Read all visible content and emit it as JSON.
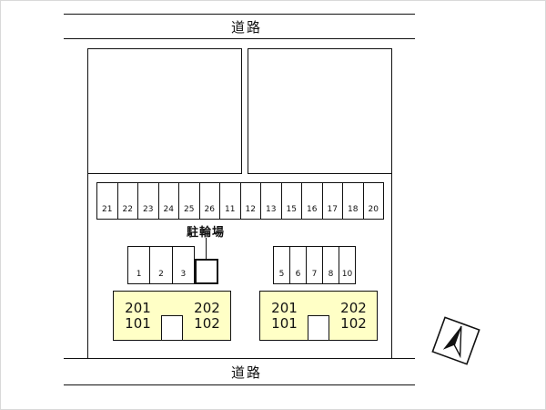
{
  "roads": {
    "top_label": "道路",
    "bottom_label": "道路"
  },
  "bicycle_parking": {
    "label": "駐輪場"
  },
  "main_strip": [
    "21",
    "22",
    "23",
    "24",
    "25",
    "26",
    "11",
    "12",
    "13",
    "15",
    "16",
    "17",
    "18",
    "20"
  ],
  "left_strip": [
    "1",
    "2",
    "3"
  ],
  "right_strip": [
    "5",
    "6",
    "7",
    "8",
    "10"
  ],
  "buildings": {
    "left": {
      "unit_left_top": "201",
      "unit_left_bottom": "101",
      "unit_right_top": "202",
      "unit_right_bottom": "102"
    },
    "right": {
      "unit_left_top": "201",
      "unit_left_bottom": "101",
      "unit_right_top": "202",
      "unit_right_bottom": "102"
    }
  },
  "colors": {
    "line": "#111111",
    "building_fill": "#ffffc6"
  }
}
